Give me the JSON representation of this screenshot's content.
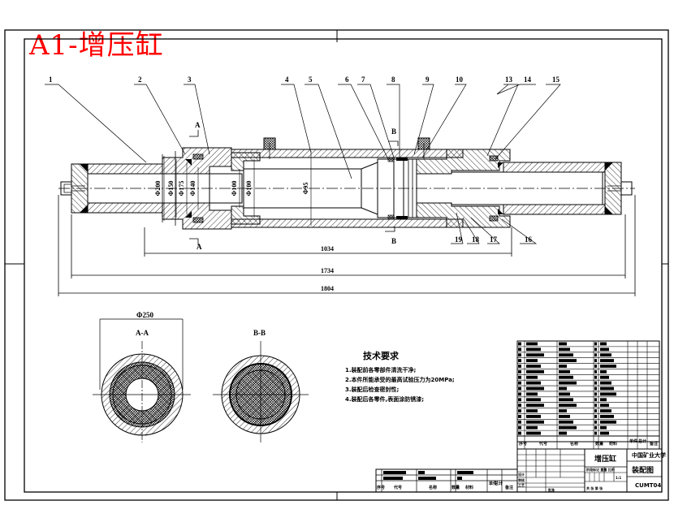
{
  "drawing": {
    "title": "A1-增压缸",
    "title_color": "#ff0000",
    "line_color": "#000000",
    "part_labels": [
      "1",
      "2",
      "3",
      "4",
      "5",
      "6",
      "7",
      "8",
      "9",
      "10",
      "13",
      "14",
      "15",
      "16",
      "17",
      "18",
      "19"
    ],
    "section_markers": {
      "a": "A",
      "b": "B"
    },
    "diameters": [
      "Φ200",
      "Φ150",
      "Φ175",
      "Φ140",
      "Φ100",
      "Φ100",
      "Φ95"
    ],
    "dimensions": {
      "inner": "1034",
      "middle": "1734",
      "overall": "1804"
    },
    "views": {
      "section_a": {
        "label": "A-A",
        "diameter": "Φ250"
      },
      "section_b": {
        "label": "B-B"
      }
    }
  },
  "tech_requirements": {
    "title": "技术要求",
    "items": [
      "1.装配前各零部件清洗干净;",
      "2.本件所能承受的最高试验压力为20MPa;",
      "3.装配后检查密封性;",
      "4.装配后各零件,表面涂防锈漆;"
    ]
  },
  "bom": {
    "rows": 17,
    "headers": [
      "序号",
      "代号",
      "名称",
      "数量",
      "材料",
      "单件",
      "总计",
      "备注"
    ]
  },
  "title_block": {
    "part_name": "增压缸",
    "school": "中国矿业大学",
    "drawing_type": "装配图",
    "drawing_code": "CUMT04",
    "stage_labels": "阶段标记 重量 比例",
    "sheet_labels": "共 张 第 张",
    "left_rows": [
      "标记",
      "处数",
      "分区",
      "更改文件号",
      "签名",
      "年月日"
    ],
    "role_labels": [
      "设计",
      "审核",
      "工艺",
      "批准"
    ],
    "scale": "1:1"
  },
  "secondary_table": {
    "headers": [
      "序号",
      "代号",
      "名称",
      "数量",
      "材料",
      "单件",
      "总计",
      "备注"
    ]
  }
}
